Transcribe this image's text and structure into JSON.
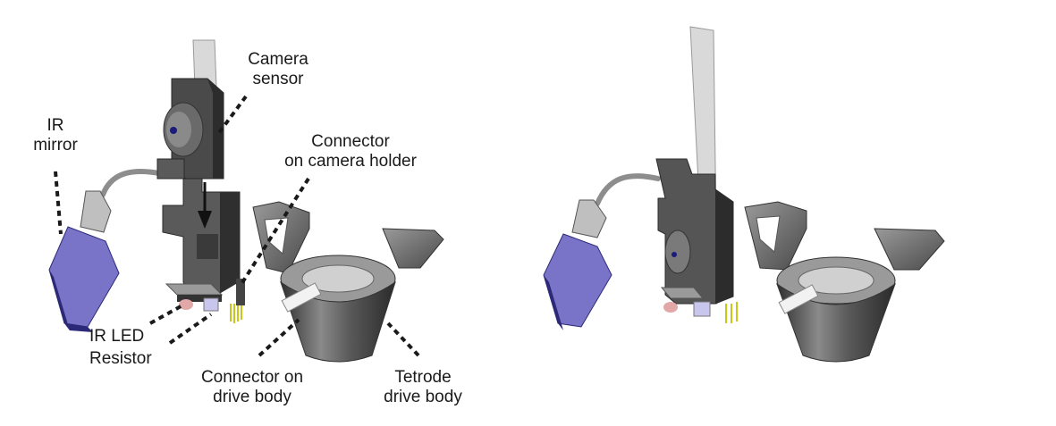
{
  "labels": {
    "camera_sensor": [
      "Camera",
      "sensor"
    ],
    "ir_mirror": [
      "IR",
      "mirror"
    ],
    "connector_camera": [
      "Connector",
      "on camera holder"
    ],
    "ir_led": [
      "IR LED"
    ],
    "resistor": [
      "Resistor"
    ],
    "connector_drive": [
      "Connector on",
      "drive body"
    ],
    "tetrode_drive": [
      "Tetrode",
      "drive body"
    ]
  },
  "colors": {
    "dark_part": "#3f3f3f",
    "mid_part": "#6e6e6e",
    "light_part": "#a8a8a8",
    "mirror": "#7a74c8",
    "mirror_edge": "#2c2a78",
    "cable": "#8d8d8d",
    "strip": "#d9d9d9",
    "led": "#e2a8a8",
    "pins": "#c8c81a",
    "leader": "#1a1a1a"
  }
}
